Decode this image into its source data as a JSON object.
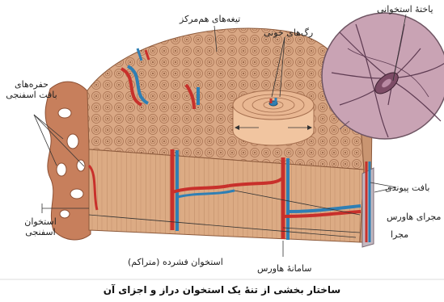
{
  "labels": {
    "concentric_lamellae": "تیغه‌های هم‌مرکز",
    "blood_vessels": "رگ‌های خونی",
    "osteocyte": "یاختهٔ استخوانی",
    "spongy_cavities": "حفره‌های\nبافت اسفنجی",
    "connective_tissue": "بافت پیوندی",
    "haversian_canal": "مجرای هاورس",
    "canal": "مجرا",
    "spongy_bone": "استخوان\nاسفنجی",
    "compact_bone": "استخوان فشرده (متراکم)",
    "haversian_system": "سامانهٔ هاورس"
  },
  "caption": "ساختار بخشی از تنهٔ یک استخوان دراز و اجزای آن",
  "colors": {
    "bone_top": "#d9a784",
    "bone_side": "#e2b48c",
    "bone_line": "#a56f4f",
    "artery": "#c8302b",
    "vein": "#2f7fb4",
    "zoom_bg": "#c9a3b4",
    "zoom_line": "#5e3b52",
    "spongy": "#c77f5c"
  }
}
